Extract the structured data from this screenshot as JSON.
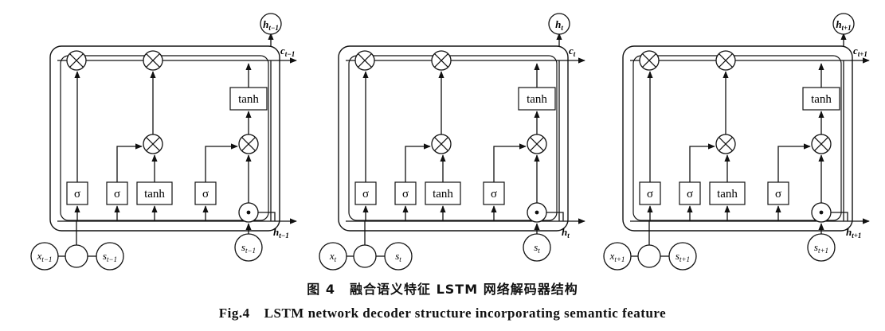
{
  "figure": {
    "caption_zh_label": "图 4",
    "caption_zh_text": "融合语义特征 LSTM 网络解码器结构",
    "caption_en_label": "Fig.4",
    "caption_en_text": "LSTM network decoder structure incorporating semantic feature"
  },
  "gate_labels": {
    "sigma": "σ",
    "tanh": "tanh",
    "multiply": "⊗",
    "dot": "⊙"
  },
  "cells": [
    {
      "subscript": "t−1",
      "h_output": "h",
      "c_label": "c",
      "h_label": "h",
      "x_input": "x",
      "s_input": "s"
    },
    {
      "subscript": "t",
      "h_output": "h",
      "c_label": "c",
      "h_label": "h",
      "x_input": "x",
      "s_input": "s"
    },
    {
      "subscript": "t+1",
      "h_output": "h",
      "c_label": "c",
      "h_label": "h",
      "x_input": "x",
      "s_input": "s"
    }
  ],
  "colors": {
    "stroke": "#111111",
    "background": "#ffffff"
  }
}
